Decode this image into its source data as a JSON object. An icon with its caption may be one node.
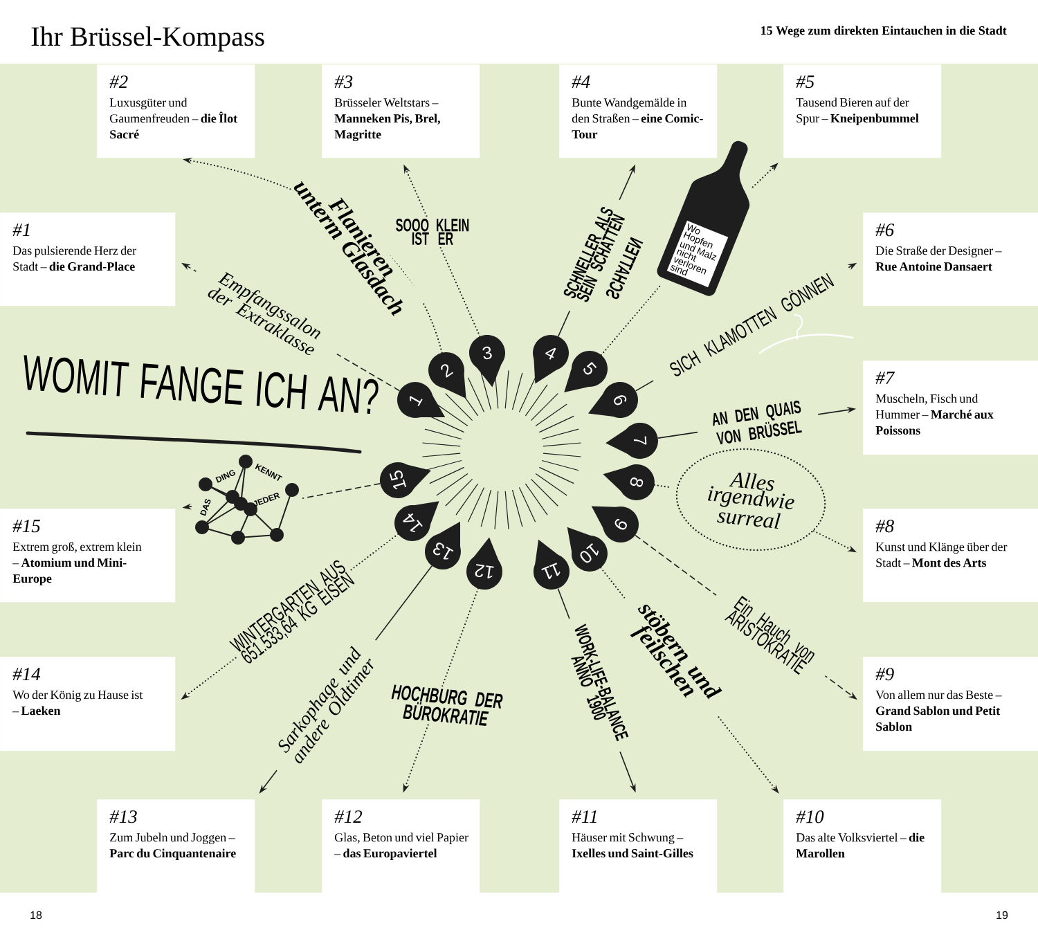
{
  "diagram": {
    "title": "Ihr Brüssel-Kompass",
    "nodes": [
      {
        "text": [
          "#1",
          "Das pulsierende Herz der Stadt – **die Grand-Place**"
        ]
      },
      {
        "text": [
          "#2",
          "Luxusgüter und Gaumenfreuden – **die Îlot Sacré**"
        ]
      },
      {
        "text": [
          "#3",
          "Brüsseler Weltstars – **Manneken Pis, Brel, Magritte**"
        ]
      },
      {
        "text": [
          "#4",
          "Bunte Wandgemälde in den Straßen – **eine Comic-Tour**"
        ]
      },
      {
        "text": [
          "#5",
          "Tausend Bieren auf der Spur – **Kneipenbummel**"
        ]
      },
      {
        "text": [
          "#6",
          "Die Straße der Designer – **Rue Antoine Dansaert**"
        ]
      },
      {
        "text": [
          "#7",
          "Muscheln, Fisch und Hummer – **Marché aux Poissons**"
        ]
      },
      {
        "text": [
          "#8",
          "Kunst und Klänge über der Stadt – **Mont des Arts**"
        ]
      },
      {
        "text": [
          "#9",
          "Von allem nur das Beste – **Grand Sablon und Petit Sablon**"
        ]
      },
      {
        "text": [
          "#10",
          "Das alte Volksviertel – **die Marollen**"
        ]
      },
      {
        "text": [
          "#11",
          "Häuser mit Schwung – **Ixelles und Saint-Gilles**"
        ]
      },
      {
        "text": [
          "#12",
          "Glas, Beton und viel Papier – **das Europaviertel**"
        ]
      },
      {
        "text": [
          "#13",
          "Zum Jubeln und Joggen – **Parc du Cinquantenaire**"
        ]
      },
      {
        "text": [
          "#14",
          "Wo der König zu Hause ist – **Laeken**"
        ]
      },
      {
        "text": [
          "#15",
          "Extrem groß, extrem klein – **Atomium und Mini-Europe**"
        ]
      },
      {
        "text": [
          "1"
        ]
      },
      {
        "text": [
          "2"
        ]
      },
      {
        "text": [
          "3"
        ]
      },
      {
        "text": [
          "4"
        ]
      },
      {
        "text": [
          "5"
        ]
      },
      {
        "text": [
          "6"
        ]
      },
      {
        "text": [
          "7"
        ]
      },
      {
        "text": [
          "8"
        ]
      },
      {
        "text": [
          "9"
        ]
      },
      {
        "text": [
          "10"
        ]
      },
      {
        "text": [
          "11"
        ]
      },
      {
        "text": [
          "12"
        ]
      },
      {
        "text": [
          "13"
        ]
      },
      {
        "text": [
          "14"
        ]
      },
      {
        "text": [
          "15"
        ]
      },
      {
        "text": [
          "Wo Hopfen und Malz nicht verloren sind"
        ]
      },
      {
        "text": [
          "Alles irgendwie surreal"
        ]
      },
      {
        "text": [
          "DAS",
          "DING",
          "KENNT",
          "JEDER"
        ]
      }
    ],
    "edges": [
      {
        "from": 15,
        "to": 0,
        "arrow": "to",
        "style": "dashed",
        "label": "Empfangssalon der Extraklasse"
      },
      {
        "from": 16,
        "to": 1,
        "arrow": "to",
        "style": "dashed",
        "label": "Flanieren unterm Glasdach"
      },
      {
        "from": 17,
        "to": 2,
        "arrow": "to",
        "style": "dashed",
        "label": "SOOO KLEIN IST ER"
      },
      {
        "from": 18,
        "to": 3,
        "arrow": "to",
        "label": "SCHNELLER ALS SEIN SCHATTEN"
      },
      {
        "from": 19,
        "to": 30,
        "arrow": "none",
        "style": "dashed"
      },
      {
        "from": 30,
        "to": 4,
        "arrow": "to",
        "style": "dashed"
      },
      {
        "from": 20,
        "to": 5,
        "arrow": "to",
        "label": "SICH KLAMOTTEN GÖNNEN"
      },
      {
        "from": 21,
        "to": 6,
        "arrow": "to",
        "label": "AN DEN QUAIS VON BRÜSSEL"
      },
      {
        "from": 22,
        "to": 31,
        "arrow": "none",
        "style": "dashed"
      },
      {
        "from": 31,
        "to": 7,
        "arrow": "to",
        "style": "dashed"
      },
      {
        "from": 23,
        "to": 8,
        "arrow": "to",
        "style": "dashed",
        "label": "Ein Hauch von ARISTOKRATIE"
      },
      {
        "from": 24,
        "to": 9,
        "arrow": "to",
        "style": "dashed",
        "label": "stöbern und feilschen"
      },
      {
        "from": 25,
        "to": 10,
        "arrow": "to",
        "label": "WORK-LIFE-BALANCE ANNO 1900"
      },
      {
        "from": 26,
        "to": 11,
        "arrow": "to",
        "style": "dashed",
        "label": "HOCHBURG DER BÜROKRATIE"
      },
      {
        "from": 27,
        "to": 12,
        "arrow": "to",
        "label": "Sarkophage und andere Oldtimer"
      },
      {
        "from": 28,
        "to": 13,
        "arrow": "to",
        "style": "dashed",
        "label": "WINTERGARTEN AUS 651.533,64 KG EISEN"
      },
      {
        "from": 29,
        "to": 32,
        "arrow": "none",
        "style": "dashed"
      },
      {
        "from": 32,
        "to": 14,
        "arrow": "to",
        "style": "dashed"
      }
    ],
    "labels": [
      "15 Wege zum direkten Eintauchen in die Stadt",
      "WOMIT FANGE ICH AN?",
      "SCHATTEN",
      "18",
      "19"
    ]
  }
}
